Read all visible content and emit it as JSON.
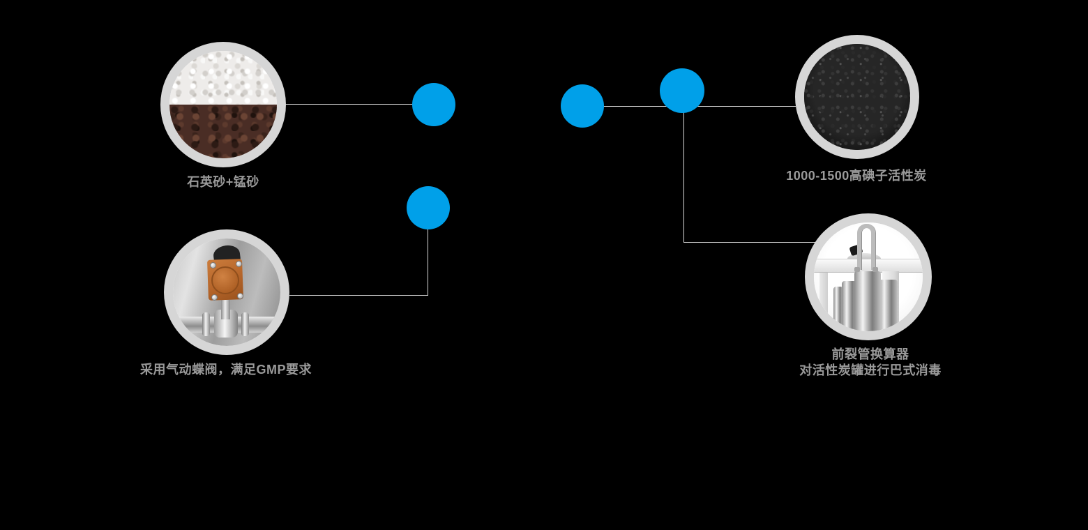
{
  "page": {
    "background": "#000000",
    "description_names": {
      "diagram": "product-feature-callout-diagram"
    }
  },
  "colors": {
    "hotspot": "#00a0e9",
    "line": "#dcdcdc",
    "ring": "#d6d6d6",
    "label_text": "#9a9a9a"
  },
  "features": [
    {
      "id": "quartz-manganese-sand",
      "label": "石英砂+锰砂",
      "photo": "quartz-sand-and-manganese-sand-photo"
    },
    {
      "id": "activated-carbon",
      "label": "1000-1500高碘子活性炭",
      "photo": "activated-carbon-granules-photo"
    },
    {
      "id": "pneumatic-valve",
      "label": "采用气动蝶阀，满足GMP要求",
      "photo": "pneumatic-butterfly-valve-photo"
    },
    {
      "id": "heat-exchanger",
      "label_line1": "前裂管换算器",
      "label_line2": "对活性炭罐进行巴式消毒",
      "photo": "tube-heat-exchanger-photo"
    }
  ]
}
